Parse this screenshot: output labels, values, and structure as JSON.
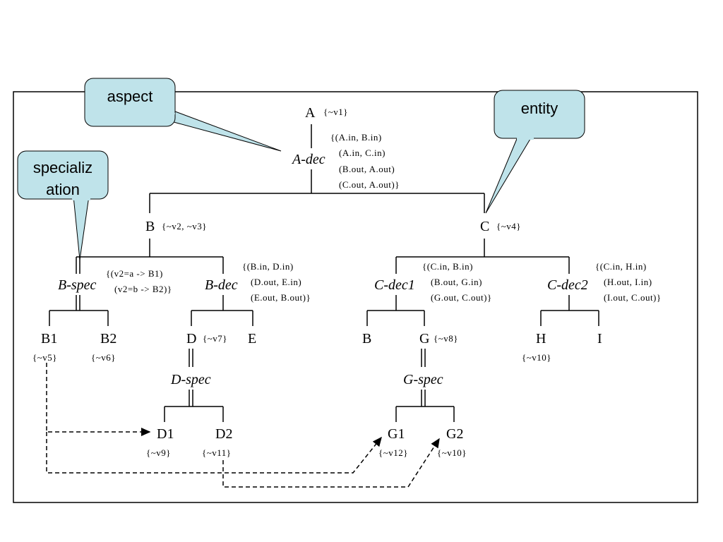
{
  "callouts": {
    "aspect": "aspect",
    "entity": "entity",
    "specialization_line1": "specializ",
    "specialization_line2": "ation",
    "fill_color": "#bfe3ea"
  },
  "nodes": {
    "A": "A",
    "A_var": "{~v1}",
    "A_dec": "A-dec",
    "A_dec_couplings": [
      "{(A.in, B.in)",
      "(A.in, C.in)",
      "(B.out, A.out)",
      "(C.out, A.out)}"
    ],
    "B": "B",
    "B_var": "{~v2, ~v3}",
    "C": "C",
    "C_var": "{~v4}",
    "B_spec": "B-spec",
    "B_spec_rules": [
      "{(v2=a -> B1)",
      "(v2=b -> B2)}"
    ],
    "B_dec": "B-dec",
    "B_dec_couplings": [
      "{(B.in, D.in)",
      "(D.out, E.in)",
      "(E.out, B.out)}"
    ],
    "C_dec1": "C-dec1",
    "C_dec1_couplings": [
      "{(C.in, B.in)",
      "(B.out, G.in)",
      "(G.out, C.out)}"
    ],
    "C_dec2": "C-dec2",
    "C_dec2_couplings": [
      "{(C.in, H.in)",
      "(H.out, I.in)",
      "(I.out, C.out)}"
    ],
    "B1": "B1",
    "B1_var": "{~v5}",
    "B2": "B2",
    "B2_var": "{~v6}",
    "D": "D",
    "D_var": "{~v7}",
    "E": "E",
    "B_leaf": "B",
    "G": "G",
    "G_var": "{~v8}",
    "H": "H",
    "H_var": "{~v10}",
    "I": "I",
    "D_spec": "D-spec",
    "G_spec": "G-spec",
    "D1": "D1",
    "D1_var": "{~v9}",
    "D2": "D2",
    "D2_var": "{~v11}",
    "G1": "G1",
    "G1_var": "{~v12}",
    "G2": "G2",
    "G2_var": "{~v10}"
  }
}
